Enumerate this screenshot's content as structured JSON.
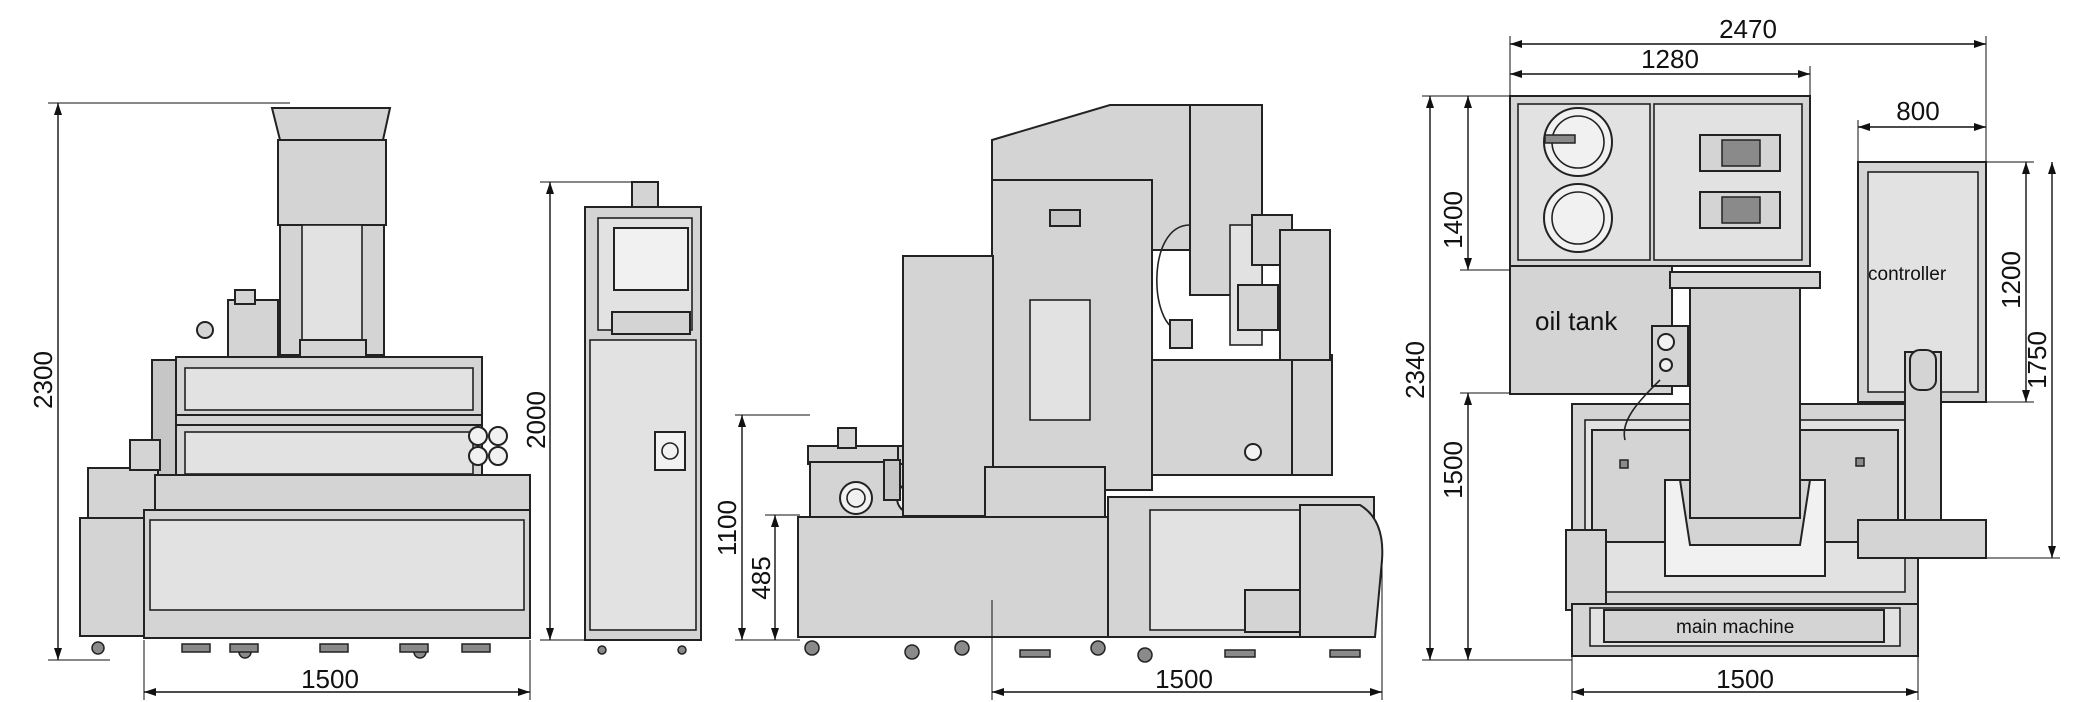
{
  "dimensions": {
    "view1_height": "2300",
    "view1_width": "1500",
    "cabinet_height": "2000",
    "view2_height_1100": "1100",
    "view2_height_485": "485",
    "view2_width": "1500",
    "plan_total_width": "2470",
    "plan_width_1280": "1280",
    "plan_width_800": "800",
    "plan_depth_1400": "1400",
    "plan_total_depth": "2340",
    "plan_depth_1500": "1500",
    "plan_height_1200": "1200",
    "plan_depth_1750": "1750",
    "plan_bottom_width": "1500"
  },
  "labels": {
    "oil_tank": "oil tank",
    "controller": "controller",
    "main_machine": "main machine"
  },
  "colors": {
    "machine_fill": "#d4d4d4",
    "outline": "#222222",
    "background": "#ffffff"
  }
}
